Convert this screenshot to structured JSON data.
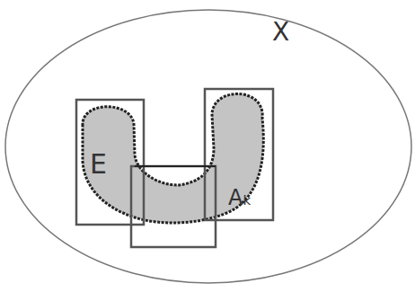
{
  "diagram": {
    "labels": [
      "X",
      "E",
      "Aₖ"
    ]
  }
}
